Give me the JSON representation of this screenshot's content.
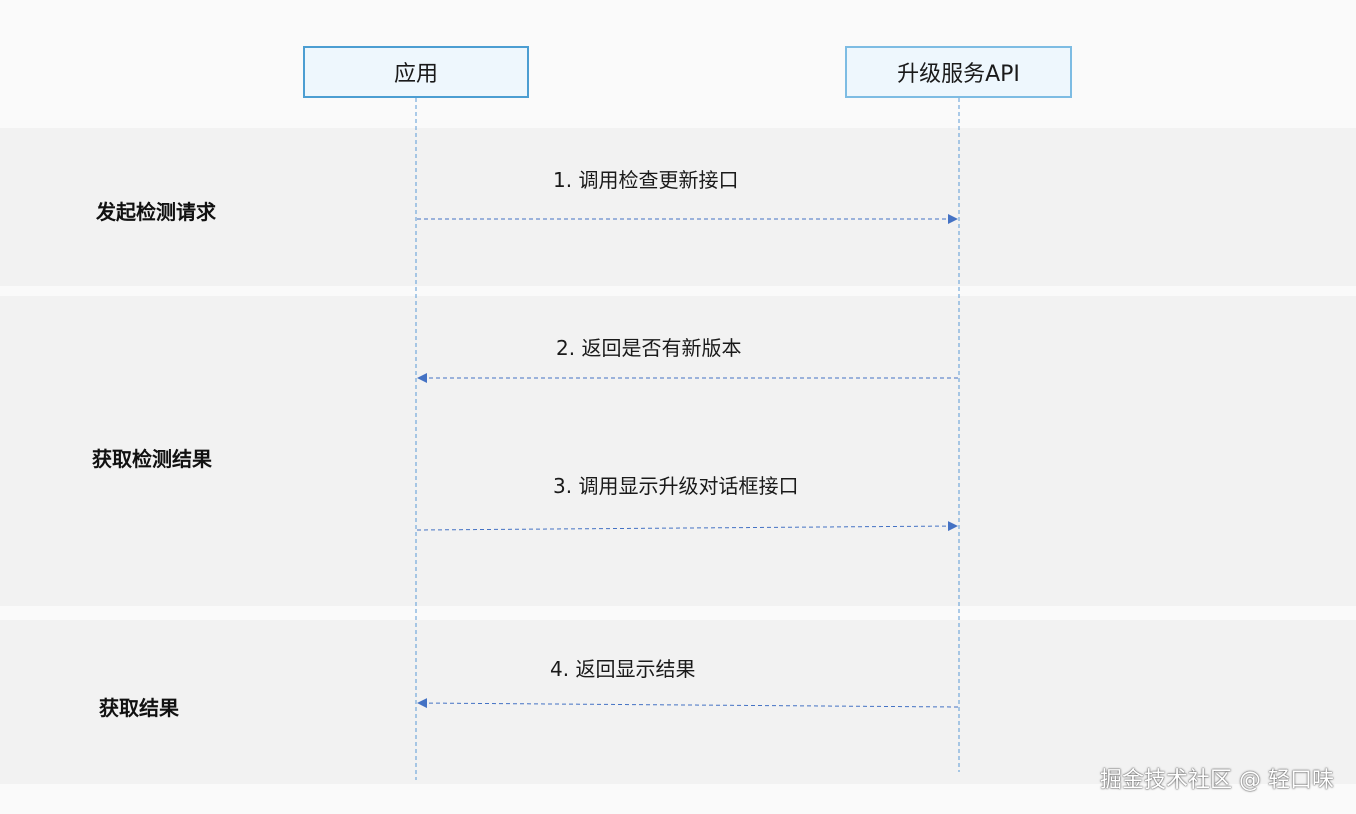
{
  "participants": {
    "app": "应用",
    "api": "升级服务API"
  },
  "phases": [
    {
      "label": "发起检测请求"
    },
    {
      "label": "获取检测结果"
    },
    {
      "label": "获取结果"
    }
  ],
  "messages": [
    {
      "label": "1. 调用检查更新接口",
      "direction": "app-to-api"
    },
    {
      "label": "2. 返回是否有新版本",
      "direction": "api-to-app"
    },
    {
      "label": "3. 调用显示升级对话框接口",
      "direction": "app-to-api"
    },
    {
      "label": "4. 返回显示结果",
      "direction": "api-to-app"
    }
  ],
  "colors": {
    "lifeline": "#5b9bd5",
    "arrow": "#4472c4"
  },
  "watermark": "掘金技术社区 @ 轻口味"
}
